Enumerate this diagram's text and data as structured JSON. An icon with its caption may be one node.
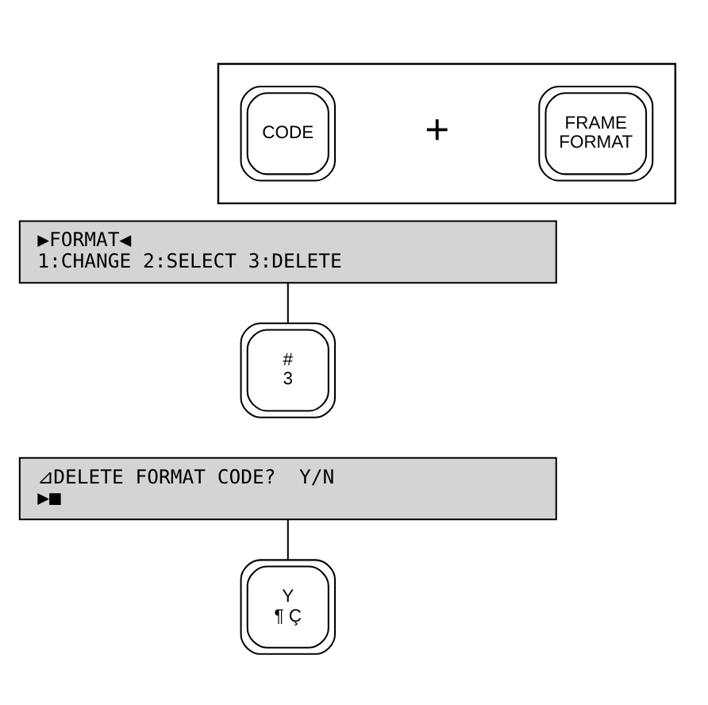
{
  "diagram": {
    "nodes": [
      {
        "text": [],
        "shape": "box"
      },
      {
        "text": [
          "CODE"
        ],
        "in": 0
      },
      {
        "text": [
          "FRAME",
          "FORMAT"
        ],
        "in": 0
      },
      {
        "text": [
          "▶FORMAT◀",
          "1:CHANGE 2:SELECT 3:DELETE"
        ]
      },
      {
        "text": [
          "#",
          "3"
        ]
      },
      {
        "text": [
          "⊿DELETE FORMAT CODE?  Y/N",
          "▶■"
        ]
      },
      {
        "text": [
          "Y",
          "¶ Ç"
        ]
      }
    ],
    "edges": [
      {
        "from": 3,
        "to": 4,
        "arrow": "none"
      },
      {
        "from": 5,
        "to": 6,
        "arrow": "none"
      }
    ],
    "labels": [
      "+"
    ]
  }
}
